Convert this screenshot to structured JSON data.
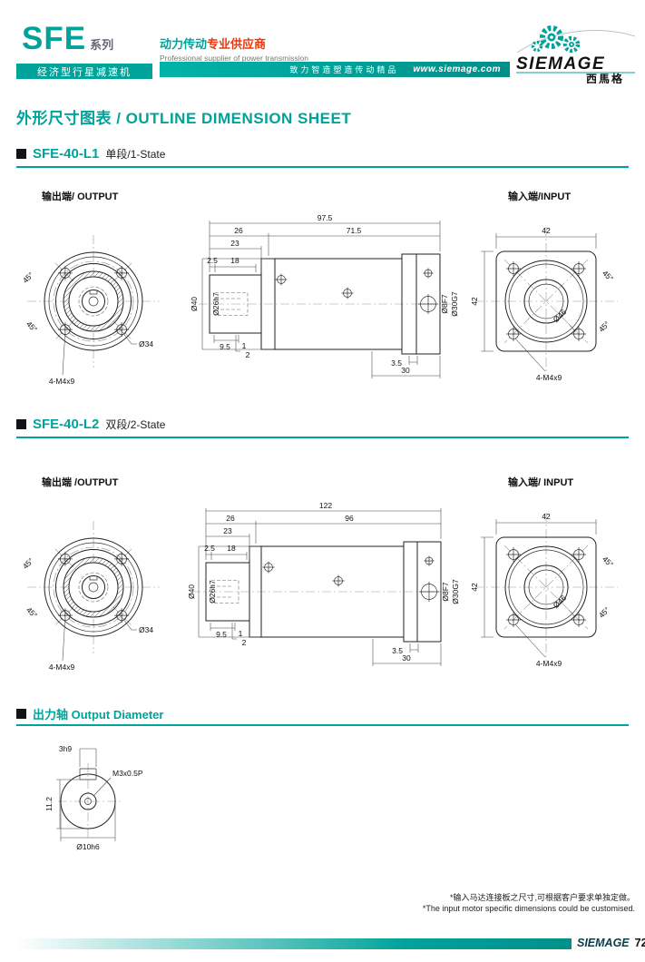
{
  "colors": {
    "accent": "#00a39a",
    "red": "#e8380d",
    "ink": "#1a1a1a"
  },
  "header": {
    "series": "SFE",
    "series_suffix": "系列",
    "product_type": "经济型行星减速机",
    "supplier_zh_1": "动力传动",
    "supplier_zh_2": "专业供应商",
    "supplier_en": "Professional supplier of power transmission",
    "slogan": "致力智造塑造传动精品",
    "website": "www.siemage.com",
    "brand": "SIEMAGE",
    "brand_zh": "西馬格"
  },
  "page_title": "外形尺寸图表 / OUTLINE DIMENSION SHEET",
  "sections": [
    {
      "model": "SFE-40-L1",
      "stage": "单段/1-State",
      "output_label": "输出端/ OUTPUT",
      "input_label": "输入端/INPUT",
      "front": {
        "dia": "Ø34",
        "screws": "4-M4x9",
        "angle1": "45°",
        "angle2": "45°"
      },
      "side": {
        "total": "97.5",
        "seg_front": "26",
        "seg_rear": "71.5",
        "hub_len": "23",
        "step": "2.5",
        "bore_len": "18",
        "body_dia": "Ø40",
        "hub_dia": "Ø26h7",
        "k1": "9.5",
        "k2": "1",
        "k3": "2",
        "plate": "3.5",
        "mount_len": "30",
        "bore1": "Ø8F7",
        "bore2": "Ø30G7"
      },
      "input": {
        "w": "42",
        "h": "42",
        "pilot": "Ø46",
        "screws": "4-M4x9",
        "angle1": "45°",
        "angle2": "45°"
      }
    },
    {
      "model": "SFE-40-L2",
      "stage": "双段/2-State",
      "output_label": "输出端 /OUTPUT",
      "input_label": "输入端/ INPUT",
      "front": {
        "dia": "Ø34",
        "screws": "4-M4x9",
        "angle1": "45°",
        "angle2": "45°"
      },
      "side": {
        "total": "122",
        "seg_front": "26",
        "seg_rear": "96",
        "hub_len": "23",
        "step": "2.5",
        "bore_len": "18",
        "body_dia": "Ø40",
        "hub_dia": "Ø26h7",
        "k1": "9.5",
        "k2": "1",
        "k3": "2",
        "plate": "3.5",
        "mount_len": "30",
        "bore1": "Ø8F7",
        "bore2": "Ø30G7"
      },
      "input": {
        "w": "42",
        "h": "42",
        "pilot": "Ø46",
        "screws": "4-M4x9",
        "angle1": "45°",
        "angle2": "45°"
      }
    }
  ],
  "shaft_section": {
    "title": "出力轴 Output Diameter",
    "dims": {
      "key": "3h9",
      "thread": "M3x0.5P",
      "height": "11.2",
      "dia": "Ø10h6"
    }
  },
  "footer": {
    "note_zh": "*输入马达连接板之尺寸,可根据客户要求单独定做。",
    "note_en": "*The input motor specific dimensions could be customised.",
    "brand": "SIEMAGE",
    "page": "72"
  }
}
